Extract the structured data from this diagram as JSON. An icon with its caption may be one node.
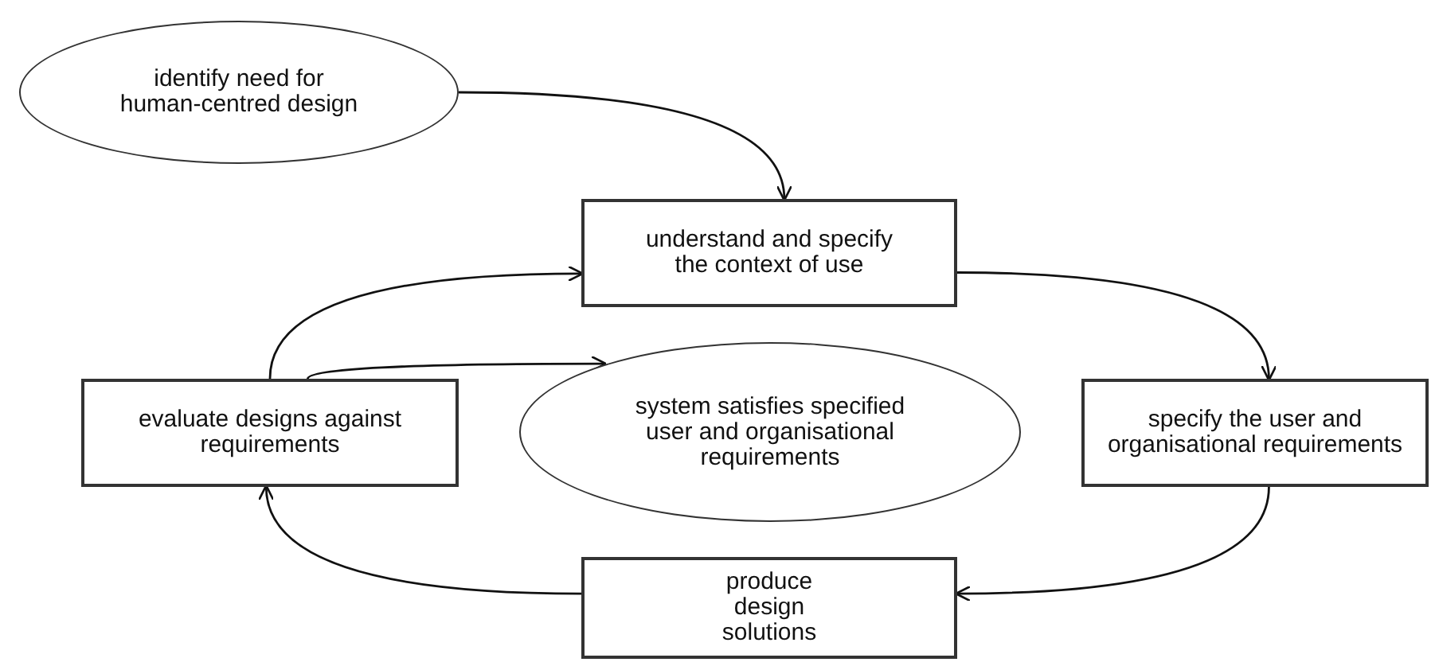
{
  "diagram": {
    "nodes": [
      {
        "text": [
          "identify need for human-centred design"
        ]
      },
      {
        "text": [
          "understand and specify the context of use"
        ]
      },
      {
        "text": [
          "specify the user and organisational requirements"
        ]
      },
      {
        "text": [
          "produce design solutions"
        ]
      },
      {
        "text": [
          "evaluate designs against requirements"
        ]
      },
      {
        "text": [
          "system satisfies specified user and organisational requirements"
        ]
      }
    ],
    "edges": [
      {
        "from": 0,
        "to": 1,
        "arrow": "to"
      },
      {
        "from": 1,
        "to": 2,
        "arrow": "to"
      },
      {
        "from": 2,
        "to": 3,
        "arrow": "to"
      },
      {
        "from": 3,
        "to": 4,
        "arrow": "to"
      },
      {
        "from": 4,
        "to": 1,
        "arrow": "to"
      },
      {
        "from": 4,
        "to": 5,
        "arrow": "to"
      }
    ]
  }
}
